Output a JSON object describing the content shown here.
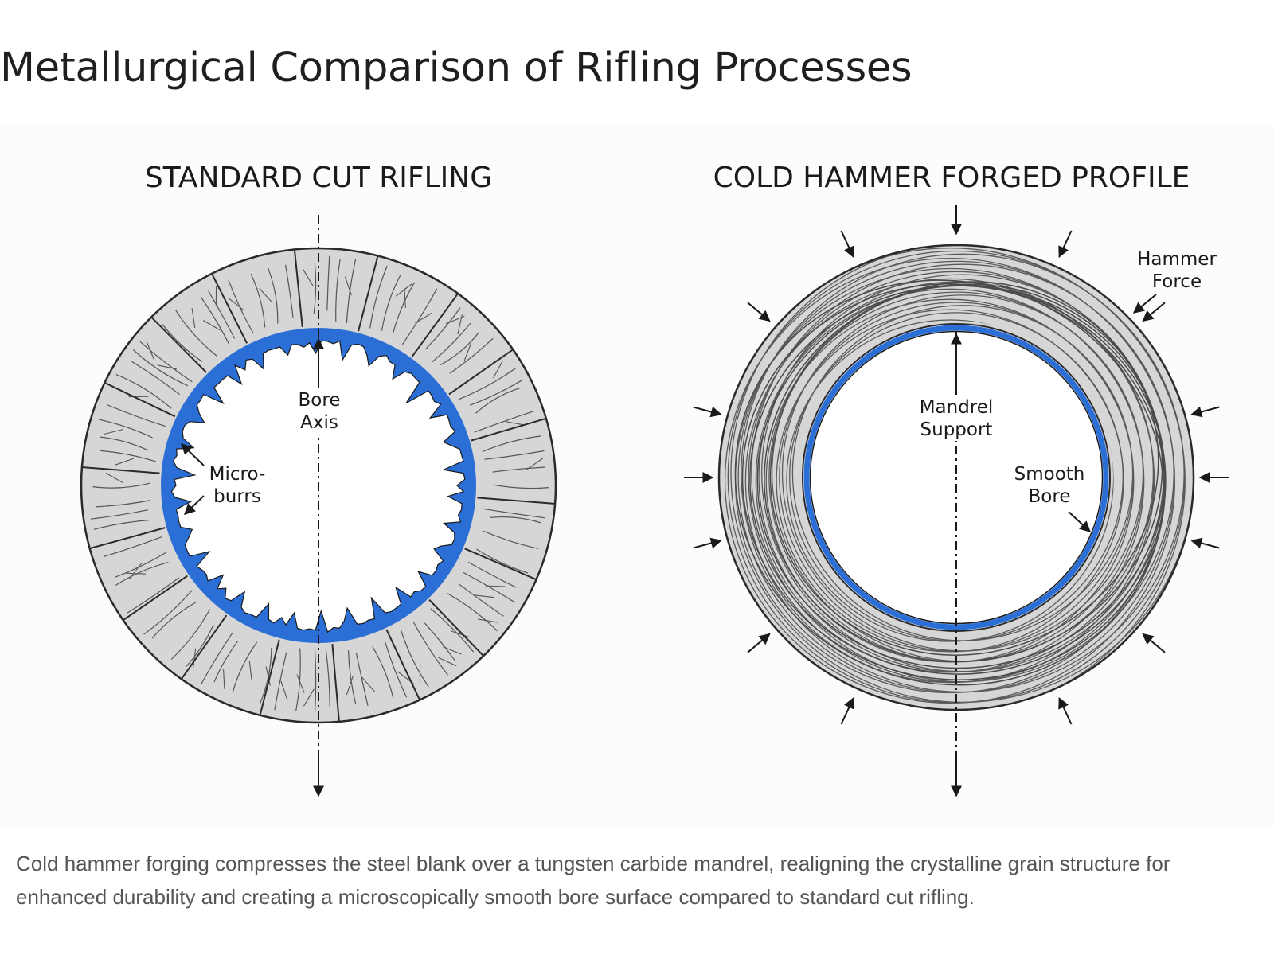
{
  "title": "Metallurgical Comparison of Rifling Processes",
  "panels": {
    "left": {
      "heading": "STANDARD CUT RIFLING",
      "labels": {
        "bore_axis": [
          "Bore",
          "Axis"
        ],
        "micro_burrs": [
          "Micro-",
          "burrs"
        ]
      }
    },
    "right": {
      "heading": "COLD HAMMER FORGED PROFILE",
      "labels": {
        "hammer_force": [
          "Hammer",
          "Force"
        ],
        "mandrel_support": [
          "Mandrel",
          "Support"
        ],
        "smooth_bore": [
          "Smooth",
          "Bore"
        ]
      }
    }
  },
  "caption": "Cold hammer forging compresses the steel blank over a tungsten carbide mandrel, realigning the crystalline grain structure for enhanced durability and creating a microscopically smooth bore surface compared to standard cut rifling.",
  "colors": {
    "steel_fill": "#d6d6d6",
    "bore_blue": "#2b6fd6",
    "outline": "#2a2a2a",
    "grain_line": "#555555"
  }
}
